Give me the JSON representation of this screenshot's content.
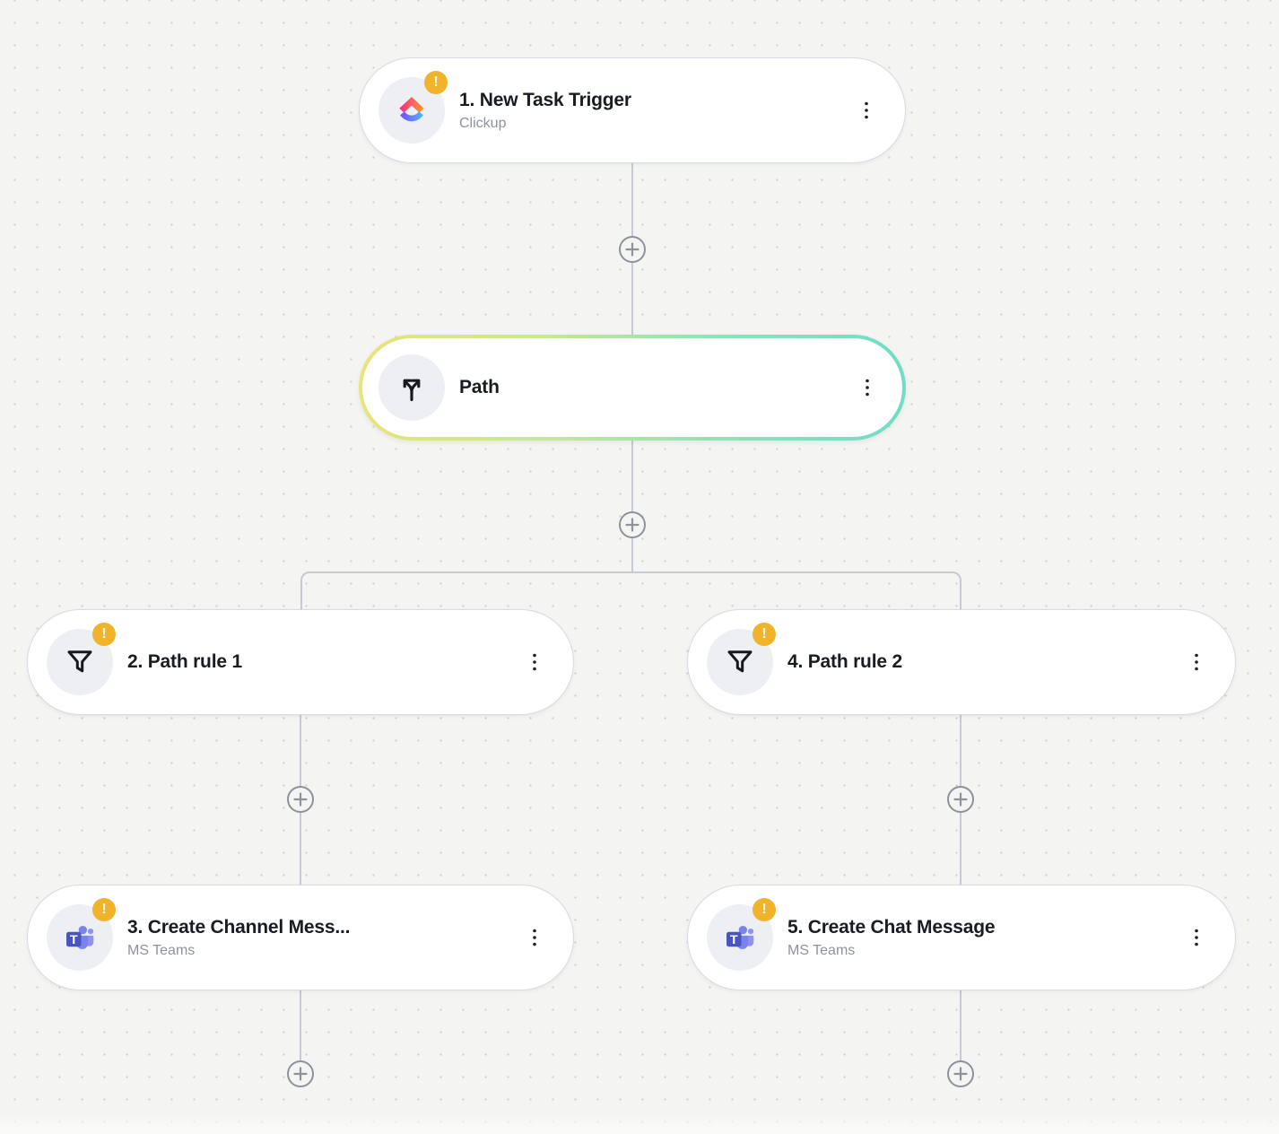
{
  "theme": {
    "canvas_bg": "#f4f4f2",
    "dot_color": "#d2d2d0",
    "connector_color": "#c7cad0",
    "plus_color": "#8d929c",
    "node_border": "#d6dae2",
    "title_color": "#191c22",
    "subtitle_color": "#8e939e",
    "warning_badge_color": "#f1b32b",
    "selected_gradient_start": "#e9e478",
    "selected_gradient_end": "#72dcc7"
  },
  "badge": {
    "glyph": "!"
  },
  "nodes": [
    {
      "id": "trigger",
      "title": "1. New Task Trigger",
      "subtitle": "Clickup",
      "icon": "clickup-icon",
      "warning": true,
      "selected": false
    },
    {
      "id": "path",
      "title": "Path",
      "subtitle": "",
      "icon": "path-split-icon",
      "warning": false,
      "selected": true
    },
    {
      "id": "rule1",
      "title": "2. Path rule 1",
      "subtitle": "",
      "icon": "filter-icon",
      "warning": true,
      "selected": false
    },
    {
      "id": "rule2",
      "title": "4. Path rule 2",
      "subtitle": "",
      "icon": "filter-icon",
      "warning": true,
      "selected": false
    },
    {
      "id": "action1",
      "title": "3. Create Channel Mess...",
      "subtitle": "MS Teams",
      "icon": "ms-teams-icon",
      "warning": true,
      "selected": false
    },
    {
      "id": "action2",
      "title": "5. Create Chat Message",
      "subtitle": "MS Teams",
      "icon": "ms-teams-icon",
      "warning": true,
      "selected": false
    }
  ]
}
